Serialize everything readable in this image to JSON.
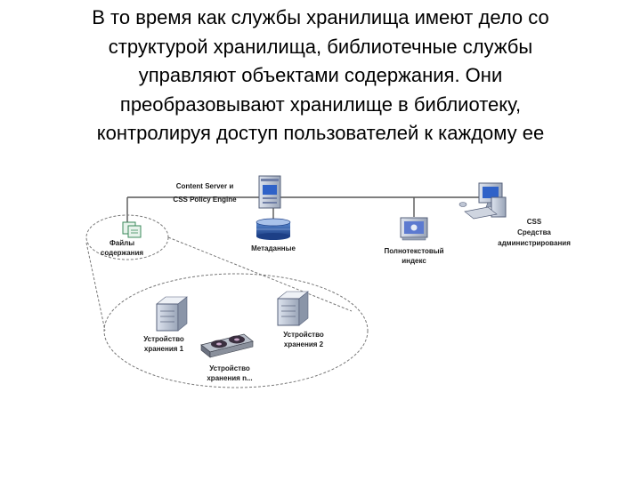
{
  "slide": {
    "text_lines": [
      "В то время как службы хранилища имеют дело со",
      "структурой хранилища, библиотечные службы",
      "управляют объектами содержания. Они",
      "преобразовывают хранилище в библиотеку,",
      "контролируя доступ пользователей к каждому ее"
    ]
  },
  "diagram": {
    "server_label": [
      "Content Server и",
      "CSS Policy Engine"
    ],
    "admin_label": [
      "CSS",
      "Средства",
      "администрирования"
    ],
    "files_label": [
      "Файлы",
      "содержания"
    ],
    "metadata_label": "Метаданные",
    "index_label": [
      "Полнотекстовый",
      "индекс"
    ],
    "storage1_label": [
      "Устройство",
      "хранения 1"
    ],
    "storage2_label": [
      "Устройство",
      "хранения 2"
    ],
    "storageN_label": [
      "Устройство",
      "хранения n..."
    ]
  }
}
